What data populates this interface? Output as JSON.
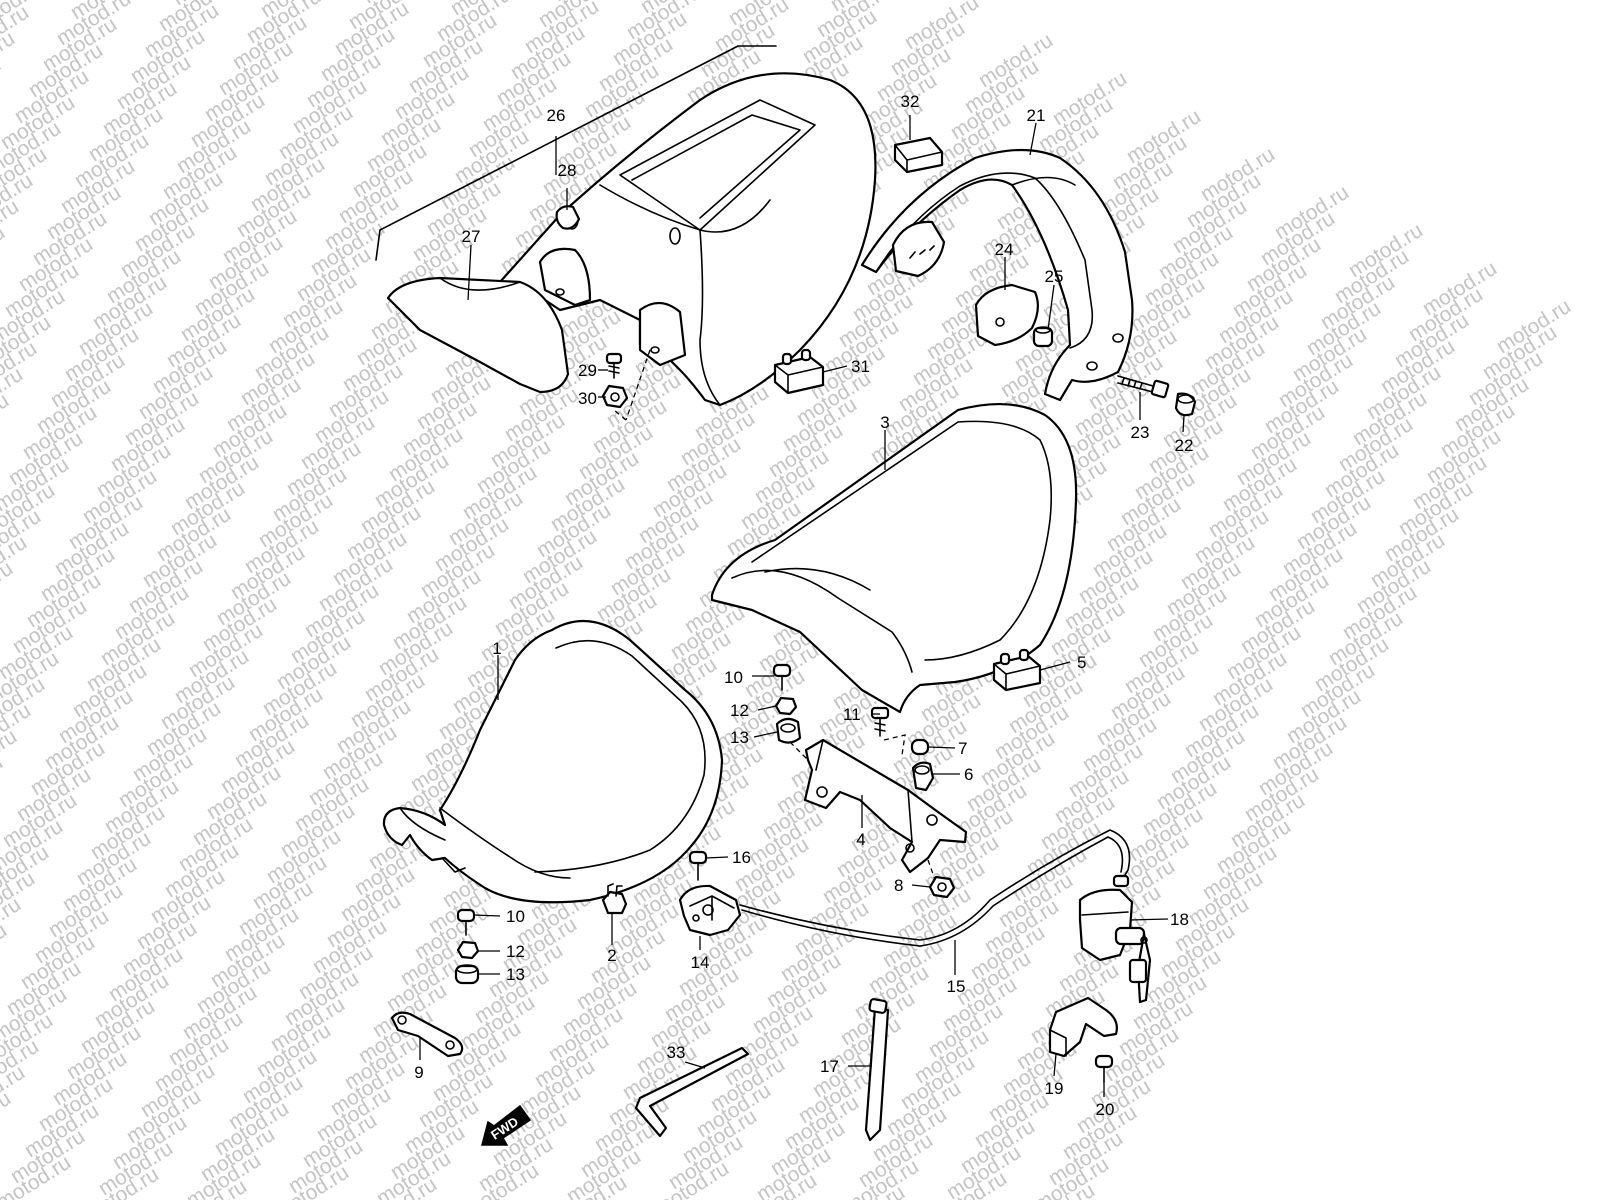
{
  "watermark": "motod.ru",
  "fwd_label": "FWD",
  "callouts": [
    "1",
    "2",
    "3",
    "4",
    "5",
    "6",
    "7",
    "8",
    "9",
    "10",
    "11",
    "12",
    "13",
    "14",
    "15",
    "16",
    "17",
    "18",
    "19",
    "20",
    "21",
    "22",
    "23",
    "24",
    "25",
    "26",
    "27",
    "28",
    "29",
    "30",
    "31",
    "32",
    "33",
    "10",
    "12",
    "13"
  ]
}
